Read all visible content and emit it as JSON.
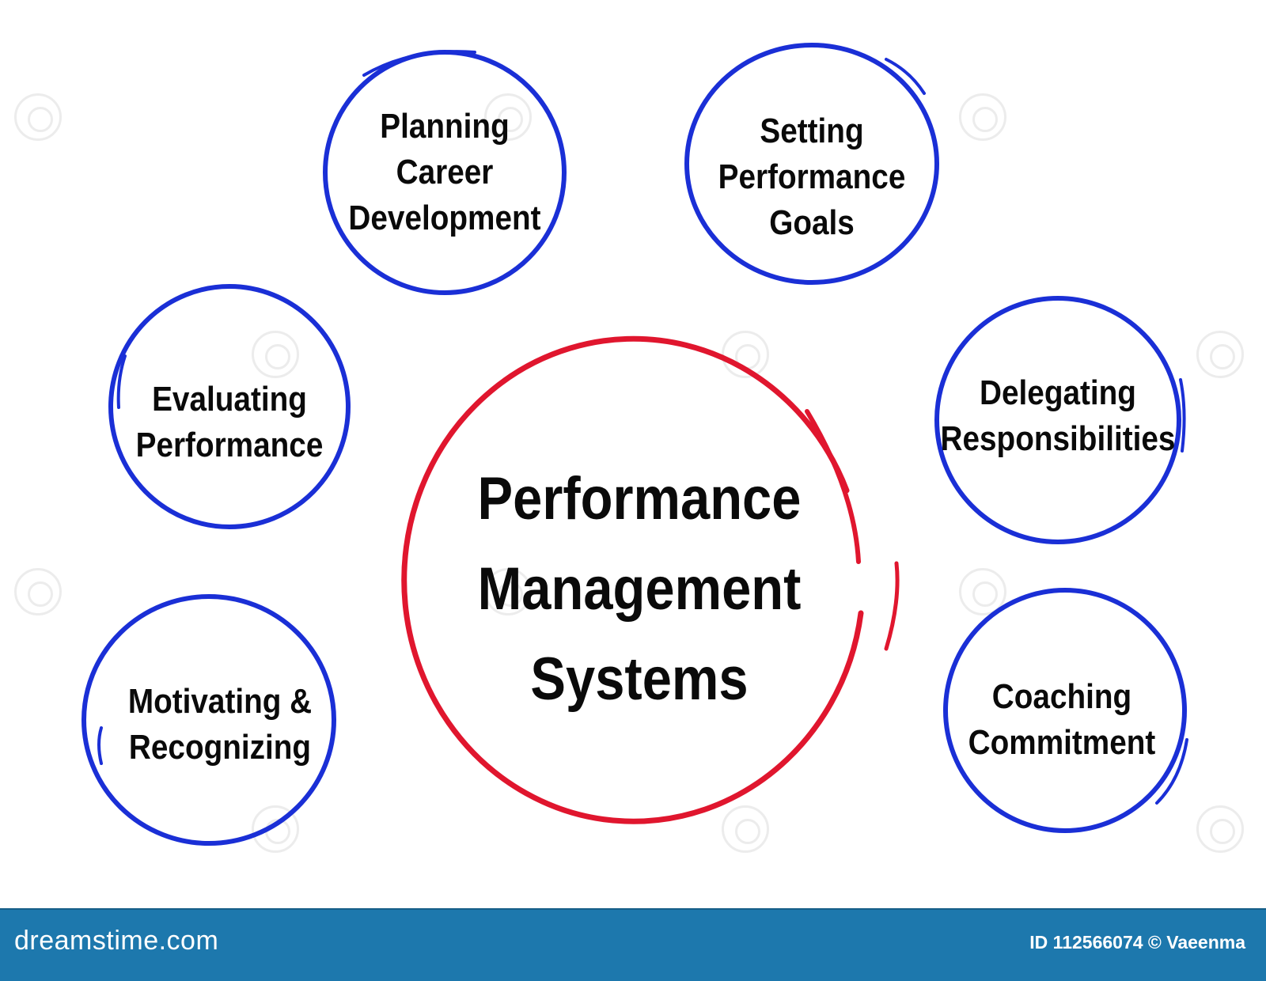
{
  "diagram": {
    "center": {
      "lines": [
        "Performance",
        "Management",
        "Systems"
      ],
      "color": "#e0162e"
    },
    "nodes": [
      {
        "id": "planning-career-development",
        "lines": [
          "Planning",
          "Career",
          "Development"
        ]
      },
      {
        "id": "setting-performance-goals",
        "lines": [
          "Setting",
          "Performance",
          "Goals"
        ]
      },
      {
        "id": "evaluating-performance",
        "lines": [
          "Evaluating",
          "Performance"
        ]
      },
      {
        "id": "delegating-responsibilities",
        "lines": [
          "Delegating",
          "Responsibilities"
        ]
      },
      {
        "id": "motivating-recognizing",
        "lines": [
          "Motivating &",
          "Recognizing"
        ]
      },
      {
        "id": "coaching-commitment",
        "lines": [
          "Coaching",
          "Commitment"
        ]
      }
    ],
    "node_color": "#1a2fd6"
  },
  "footer": {
    "brand": "dreamstime.com",
    "credit": "ID 112566074 © Vaeenma",
    "background": "#1d78ad"
  },
  "watermark": {
    "icon": "dreamstime-spiral-icon"
  }
}
